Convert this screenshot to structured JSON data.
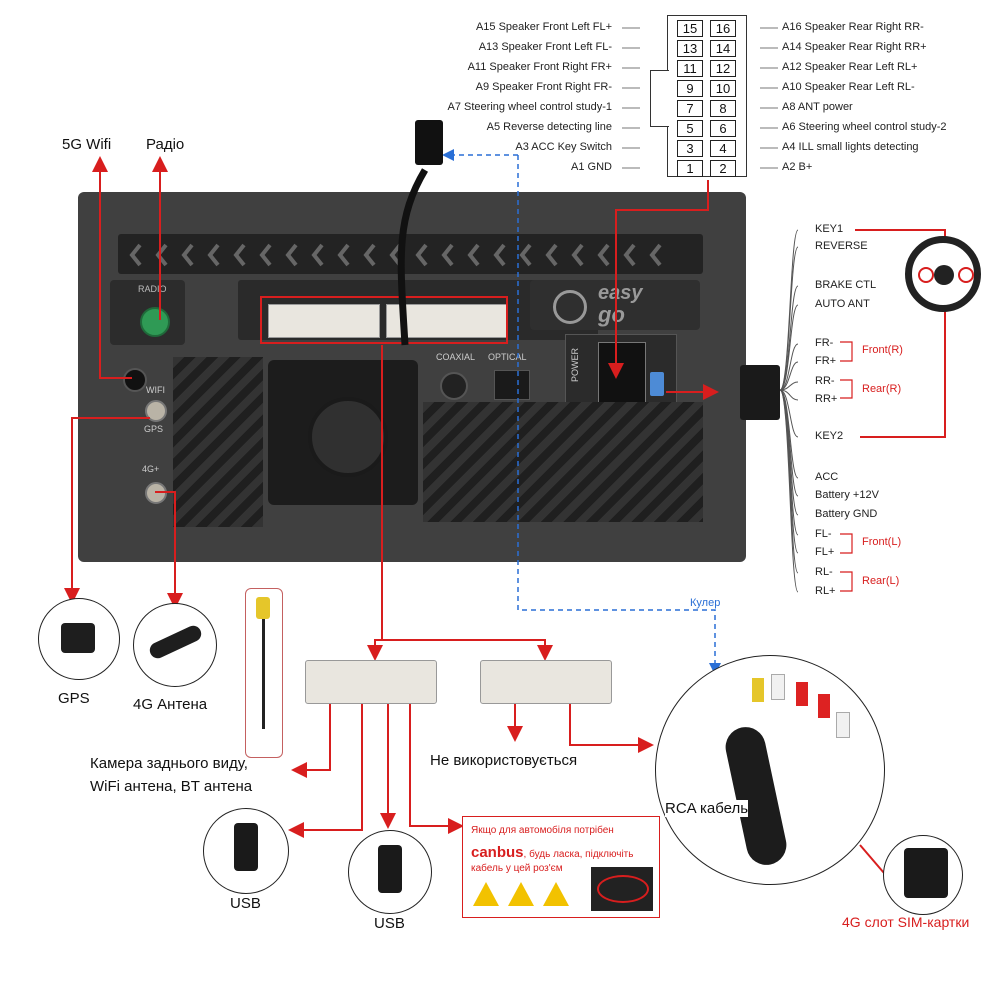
{
  "pinout": {
    "left_labels": [
      "A15 Speaker Front Left FL+",
      "A13 Speaker Front Left FL-",
      "A11 Speaker Front Right FR+",
      "A9 Speaker Front Right FR-",
      "A7 Steering wheel control study-1",
      "A5 Reverse detecting line",
      "A3 ACC Key Switch",
      "A1 GND"
    ],
    "right_labels": [
      "A16 Speaker Rear Right RR-",
      "A14 Speaker Rear Right RR+",
      "A12 Speaker Rear Left RL+",
      "A10 Speaker Rear Left RL-",
      "A8 ANT power",
      "A6 Steering wheel control study-2",
      "A4 ILL small lights detecting",
      "A2 B+"
    ],
    "left_numbers": [
      "15",
      "13",
      "11",
      "9",
      "7",
      "5",
      "3",
      "1"
    ],
    "right_numbers": [
      "16",
      "14",
      "12",
      "10",
      "8",
      "6",
      "4",
      "2"
    ]
  },
  "unit": {
    "radio_label": "RADIO",
    "wifi_label": "WIFI",
    "gps_label": "GPS",
    "fourg_label": "4G+",
    "coaxial_label": "COAXIAL",
    "optical_label": "OPTICAL",
    "power_label": "POWER",
    "brand_line1": "easy",
    "brand_line2": "go"
  },
  "callouts": {
    "wifi_5g": "5G Wifi",
    "radio": "Радіо",
    "gps": "GPS",
    "antenna_4g": "4G Антена",
    "rear_camera_line1": "Камера заднього виду,",
    "rear_camera_line2": "WiFi антена, BT антена",
    "not_used": "Не використовується",
    "usb1": "USB",
    "usb2": "USB",
    "cooler": "Кулер",
    "rca_cable": "RCA кабель",
    "sim_slot": "4G слот SIM-картки"
  },
  "canbus_note": {
    "line1": "Якщо для автомобіля потрібен",
    "keyword": "canbus",
    "line2_rest": ", будь ласка, підключіть",
    "line3": "кабель у цей роз'єм"
  },
  "harness": {
    "wires": [
      "KEY1",
      "REVERSE",
      "BRAKE CTL",
      "AUTO ANT",
      "FR-",
      "FR+",
      "RR-",
      "RR+",
      "KEY2",
      "ACC",
      "Battery +12V",
      "Battery GND",
      "FL-",
      "FL+",
      "RL-",
      "RL+"
    ],
    "groups": {
      "front_r": "Front(R)",
      "rear_r": "Rear(R)",
      "front_l": "Front(L)",
      "rear_l": "Rear(L)"
    }
  },
  "colors": {
    "accent_red": "#d81e1e",
    "dashed_blue": "#2a6fd6",
    "panel": "#3c3c3c"
  }
}
